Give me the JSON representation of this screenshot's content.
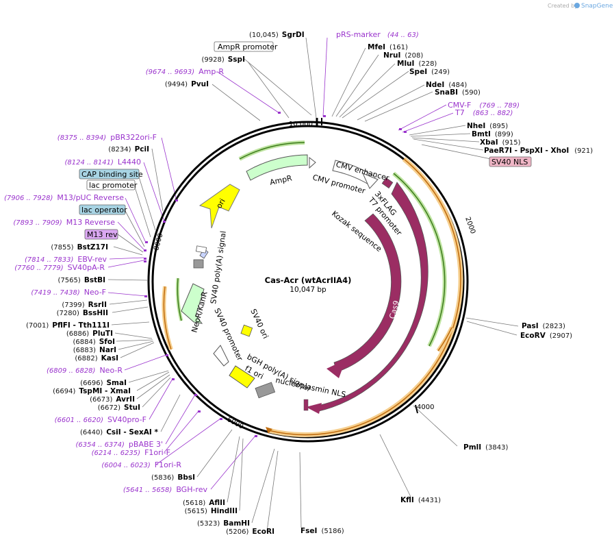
{
  "watermark": {
    "prefix": "Created by",
    "brand": "SnapGene"
  },
  "plasmid": {
    "name": "Cas-Acr (wtAcrIIA4)",
    "size": "10,047 bp"
  },
  "ruler": [
    "10,000",
    "2000",
    "4000",
    "6000",
    "8000"
  ],
  "colors": {
    "cas9": "#9b2d63",
    "ampr": "#ccffcc",
    "ori": "#ffff00",
    "grey": "#999999",
    "primer": "#9932cc",
    "orange": "#f0a030",
    "green": "#5aa02c",
    "white": "#ffffff"
  },
  "top_labels": [
    {
      "pos": "(10,045)",
      "name": "SgrDI",
      "kind": "site"
    },
    {
      "name": "pRS-marker",
      "pos": "(44 .. 63)",
      "kind": "primer"
    },
    {
      "name": "MfeI",
      "pos": "(161)",
      "kind": "site"
    },
    {
      "name": "NruI",
      "pos": "(208)",
      "kind": "site"
    },
    {
      "name": "MluI",
      "pos": "(228)",
      "kind": "site"
    },
    {
      "name": "SpeI",
      "pos": "(249)",
      "kind": "site"
    },
    {
      "name": "NdeI",
      "pos": "(484)",
      "kind": "site"
    },
    {
      "name": "SnaBI",
      "pos": "(590)",
      "kind": "site"
    },
    {
      "name": "CMV-F",
      "pos": "(769 .. 789)",
      "kind": "primer"
    },
    {
      "name": "T7",
      "pos": "(863 .. 882)",
      "kind": "primer"
    },
    {
      "name": "NheI",
      "pos": "(895)",
      "kind": "site"
    },
    {
      "name": "BmtI",
      "pos": "(899)",
      "kind": "site"
    },
    {
      "name": "XbaI",
      "pos": "(915)",
      "kind": "site"
    },
    {
      "name": "PaeR7I - PspXI - XhoI",
      "pos": "(921)",
      "kind": "site"
    }
  ],
  "boxed_features": {
    "ampr_promoter": "AmpR promoter",
    "sv40_nls": "SV40 NLS",
    "cap_binding_site": "CAP binding site",
    "lac_promoter": "lac promoter",
    "lac_operator": "lac operator",
    "m13_rev": "M13 rev"
  },
  "left_labels": [
    {
      "pos": "(9928)",
      "name": "SspI",
      "kind": "site"
    },
    {
      "pos": "(9674 .. 9693)",
      "name": "Amp-R",
      "kind": "primer"
    },
    {
      "pos": "(9494)",
      "name": "PvuI",
      "kind": "site"
    },
    {
      "pos": "(8375 .. 8394)",
      "name": "pBR322ori-F",
      "kind": "primer"
    },
    {
      "pos": "(8234)",
      "name": "PciI",
      "kind": "site"
    },
    {
      "pos": "(8124 .. 8141)",
      "name": "L4440",
      "kind": "primer"
    },
    {
      "pos": "(7906 .. 7928)",
      "name": "M13/pUC Reverse",
      "kind": "primer"
    },
    {
      "pos": "(7893 .. 7909)",
      "name": "M13 Reverse",
      "kind": "primer"
    },
    {
      "pos": "(7855)",
      "name": "BstZ17I",
      "kind": "site"
    },
    {
      "pos": "(7814 .. 7833)",
      "name": "EBV-rev",
      "kind": "primer"
    },
    {
      "pos": "(7760 .. 7779)",
      "name": "SV40pA-R",
      "kind": "primer"
    },
    {
      "pos": "(7565)",
      "name": "BstBI",
      "kind": "site"
    },
    {
      "pos": "(7419 .. 7438)",
      "name": "Neo-F",
      "kind": "primer"
    },
    {
      "pos": "(7399)",
      "name": "RsrII",
      "kind": "site"
    },
    {
      "pos": "(7280)",
      "name": "BssHII",
      "kind": "site"
    },
    {
      "pos": "(7001)",
      "name": "PflFI - Tth111I",
      "kind": "site"
    },
    {
      "pos": "(6886)",
      "name": "PluTI",
      "kind": "site"
    },
    {
      "pos": "(6884)",
      "name": "SfoI",
      "kind": "site"
    },
    {
      "pos": "(6883)",
      "name": "NarI",
      "kind": "site"
    },
    {
      "pos": "(6882)",
      "name": "KasI",
      "kind": "site"
    },
    {
      "pos": "(6809 .. 6828)",
      "name": "Neo-R",
      "kind": "primer"
    },
    {
      "pos": "(6696)",
      "name": "SmaI",
      "kind": "site"
    },
    {
      "pos": "(6694)",
      "name": "TspMI - XmaI",
      "kind": "site"
    },
    {
      "pos": "(6673)",
      "name": "AvrII",
      "kind": "site"
    },
    {
      "pos": "(6672)",
      "name": "StuI",
      "kind": "site"
    },
    {
      "pos": "(6601 .. 6620)",
      "name": "SV40pro-F",
      "kind": "primer"
    },
    {
      "pos": "(6440)",
      "name": "CsiI - SexAI *",
      "kind": "site"
    },
    {
      "pos": "(6354 .. 6374)",
      "name": "pBABE 3'",
      "kind": "primer"
    },
    {
      "pos": "(6214 .. 6235)",
      "name": "F1ori-F",
      "kind": "primer"
    },
    {
      "pos": "(6004 .. 6023)",
      "name": "F1ori-R",
      "kind": "primer"
    },
    {
      "pos": "(5836)",
      "name": "BbsI",
      "kind": "site"
    },
    {
      "pos": "(5641 .. 5658)",
      "name": "BGH-rev",
      "kind": "primer"
    },
    {
      "pos": "(5618)",
      "name": "AflII",
      "kind": "site"
    },
    {
      "pos": "(5615)",
      "name": "HindIII",
      "kind": "site"
    },
    {
      "pos": "(5323)",
      "name": "BamHI",
      "kind": "site"
    },
    {
      "pos": "(5206)",
      "name": "EcoRI",
      "kind": "site"
    }
  ],
  "right_labels": [
    {
      "name": "PasI",
      "pos": "(2823)",
      "kind": "site"
    },
    {
      "name": "EcoRV",
      "pos": "(2907)",
      "kind": "site"
    },
    {
      "name": "PmlI",
      "pos": "(3843)",
      "kind": "site"
    },
    {
      "name": "KflI",
      "pos": "(4431)",
      "kind": "site"
    },
    {
      "name": "FseI",
      "pos": "(5186)",
      "kind": "site"
    }
  ],
  "feature_labels": {
    "ampr": "AmpR",
    "ori": "ori",
    "cmv_enhancer": "CMV enhancer",
    "cmv_promoter": "CMV promoter",
    "flag": "3xFLAG",
    "t7_promoter": "T7 promoter",
    "kozak": "Kozak sequence",
    "cas9_inner": "Cas9",
    "cas9_outer": "Cas9",
    "sv40_polya": "SV40 poly(A) signal",
    "neor": "NeoR/KanR",
    "sv40_promoter": "SV40 promoter",
    "sv40_ori": "SV40 ori",
    "bgh": "bGH poly(A) signal",
    "f1_ori": "f1 ori",
    "nucleoplasmin": "nucleoplasmin NLS"
  }
}
